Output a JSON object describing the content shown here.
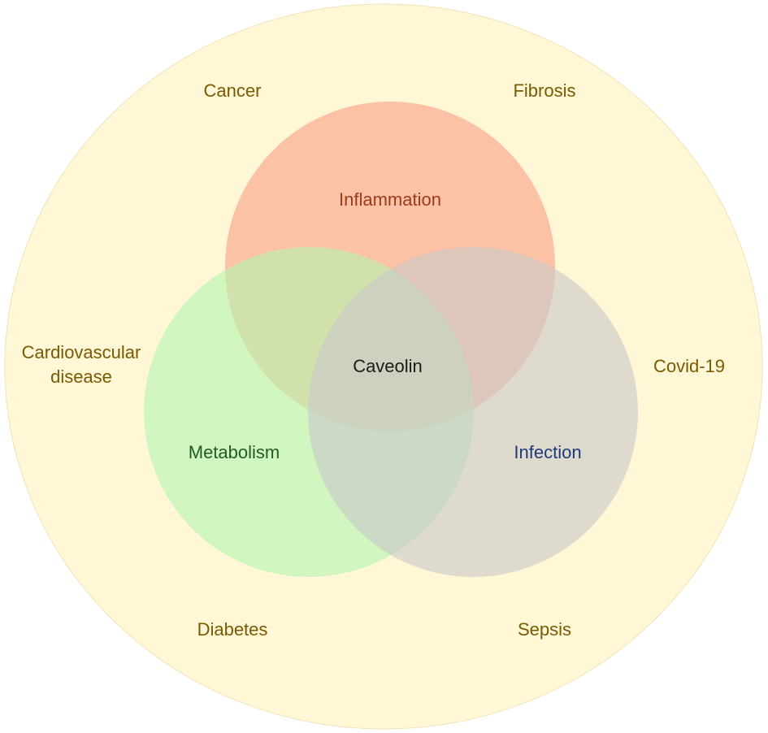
{
  "diagram": {
    "outer_labels": {
      "cancer": "Cancer",
      "fibrosis": "Fibrosis",
      "cardiovascular_line1": "Cardiovascular",
      "cardiovascular_line2": "disease",
      "covid": "Covid-19",
      "diabetes": "Diabetes",
      "sepsis": "Sepsis"
    },
    "circles": {
      "inflammation": "Inflammation",
      "metabolism": "Metabolism",
      "infection": "Infection"
    },
    "center": "Caveolin"
  },
  "colors": {
    "outer_fill": "#fff7d6",
    "inflammation_fill": "#fa9e84",
    "metabolism_fill": "#b4f5b1",
    "infection_fill": "#c8c8c8",
    "outer_label_text": "#7a5a00",
    "inflammation_text": "#9c3a1c",
    "metabolism_text": "#245a24",
    "infection_text": "#1f3a7a",
    "center_text": "#1a1a1a"
  }
}
